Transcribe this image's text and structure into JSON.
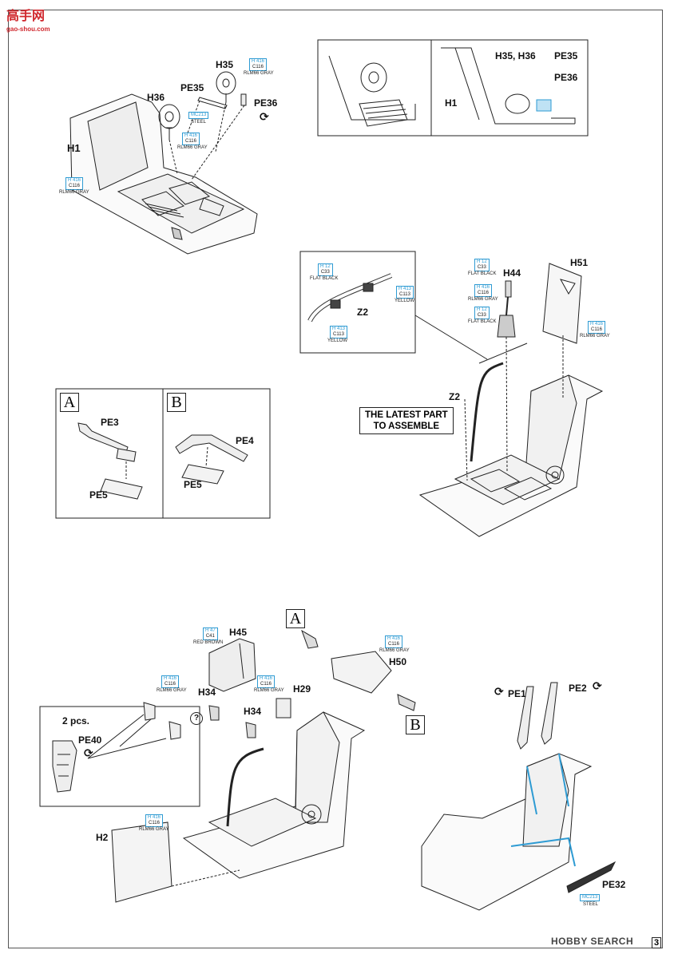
{
  "watermark": {
    "title": "高手网",
    "url": "gao-shou.com"
  },
  "footer": {
    "brand": "HOBBY SEARCH",
    "page_number": "3"
  },
  "step1": {
    "labels": {
      "h35": "H35",
      "pe35": "PE35",
      "h36": "H36",
      "pe36": "PE36",
      "h1": "H1"
    },
    "paints": {
      "h35_code": "H 416",
      "h35_c": "C116",
      "h35_name": "RLM66 GRAY",
      "pe35_code": "MC213",
      "pe35_name": "STEEL",
      "h36_code": "H 416",
      "h36_c": "C116",
      "h36_name": "RLM66 GRAY",
      "h1_code": "H 416",
      "h1_c": "C116",
      "h1_name": "RLM66 GRAY"
    },
    "detail": {
      "label_h35h36": "H35, H36",
      "label_pe35": "PE35",
      "label_pe36": "PE36",
      "label_h1": "H1"
    }
  },
  "step2": {
    "inset": {
      "label": "Z2",
      "paint1_code": "H 12",
      "paint1_c": "C33",
      "paint1_name": "FLAT BLACK",
      "paint2_code": "H 413",
      "paint2_c": "C113",
      "paint2_name": "YELLOW",
      "paint3_code": "H 413",
      "paint3_c": "C113",
      "paint3_name": "YELLOW"
    },
    "labels": {
      "h44": "H44",
      "h51": "H51",
      "z2": "Z2"
    },
    "paints": {
      "h44a_code": "H 12",
      "h44a_c": "C33",
      "h44a_name": "FLAT BLACK",
      "h44b_code": "H 416",
      "h44b_c": "C116",
      "h44b_name": "RLM66 GRAY",
      "h44c_code": "H 12",
      "h44c_c": "C33",
      "h44c_name": "FLAT BLACK",
      "h51_code": "H 416",
      "h51_c": "C116",
      "h51_name": "RLM66 GRAY"
    },
    "note_line1": "THE LATEST PART",
    "note_line2": "TO ASSEMBLE"
  },
  "options": {
    "a": {
      "letter": "A",
      "part": "PE3",
      "plate": "PE5"
    },
    "b": {
      "letter": "B",
      "part": "PE4",
      "plate": "PE5"
    }
  },
  "step3": {
    "letter_a": "A",
    "letter_b": "B",
    "labels": {
      "h45": "H45",
      "h50": "H50",
      "h34a": "H34",
      "h34b": "H34",
      "h29": "H29",
      "h2": "H2",
      "pe40": "PE40",
      "qty": "2 pcs.",
      "question": "?"
    },
    "paints": {
      "h45_code": "H 47",
      "h45_c": "C41",
      "h45_name": "RED BROWN",
      "h45b_code": "H 416",
      "h45b_c": "C116",
      "h45b_name": "RLM66 GRAY",
      "h50_code": "H 416",
      "h50_c": "C116",
      "h50_name": "RLM66 GRAY",
      "h34_code": "H 416",
      "h34_c": "C116",
      "h34_name": "RLM66 GRAY",
      "h2_code": "H 416",
      "h2_c": "C116",
      "h2_name": "RLM66 GRAY"
    }
  },
  "step4": {
    "labels": {
      "pe1": "PE1",
      "pe2": "PE2",
      "pe32": "PE32"
    },
    "paints": {
      "pe32_code": "MC213",
      "pe32_name": "STEEL"
    }
  }
}
